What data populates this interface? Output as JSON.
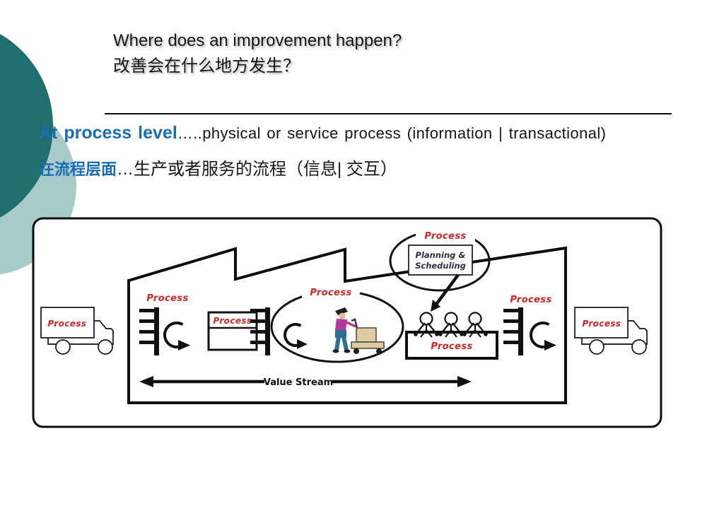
{
  "slide": {
    "title_en": "Where does an improvement happen?",
    "title_zh": "改善会在什么地方发生？",
    "statement_en": {
      "highlight": "At process level",
      "rest": "…..physical or service process (information | transactional)"
    },
    "statement_zh": {
      "highlight": "在流程层面",
      "rest": "…生产或者服务的流程（信息| 交互）"
    }
  },
  "colors": {
    "teal-dark": "#1e6f6d",
    "teal-light": "#a7cbc9",
    "accent-blue": "#1a6cb5",
    "label-red": "#cd2626",
    "ink": "#111111"
  },
  "diagram": {
    "labels": {
      "truck_in": "Process",
      "station1": "Process",
      "process_box": "Process",
      "material_handling": "Process",
      "planning_loop": "Process",
      "planning_box_line1": "Planning &",
      "planning_box_line2": "Scheduling",
      "team_box": "Process",
      "station3": "Process",
      "truck_out": "Process",
      "value_stream": "Value Stream"
    }
  }
}
